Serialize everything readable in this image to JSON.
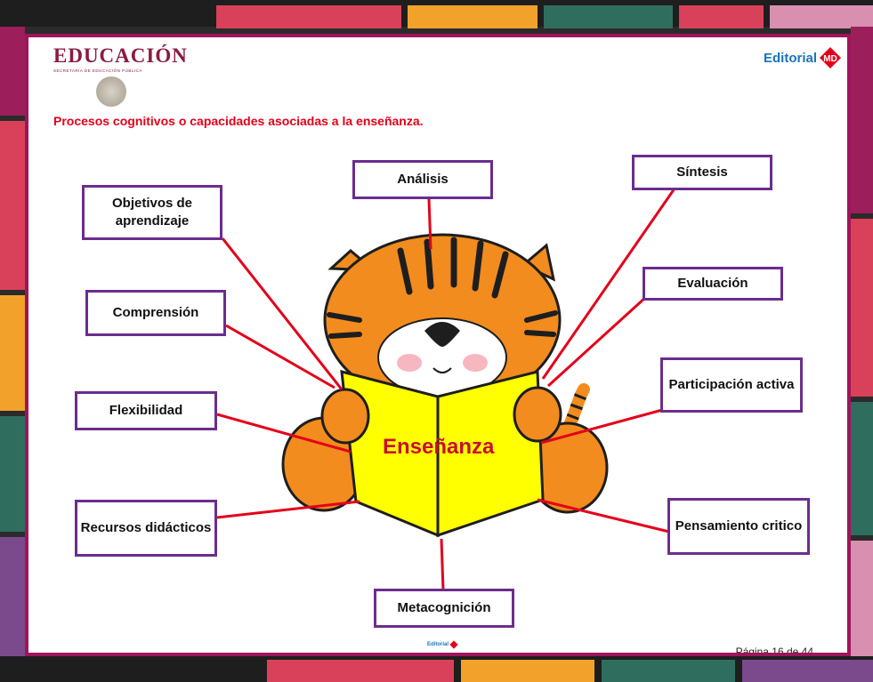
{
  "header": {
    "sep_title": "EDUCACIÓN",
    "sep_subtitle": "SECRETARÍA DE EDUCACIÓN PÚBLICA",
    "editorial_label": "Editorial",
    "editorial_mark": "MD"
  },
  "heading": "Procesos cognitivos o capacidades asociadas a la enseñanza.",
  "center_label": "Enseñanza",
  "concepts": {
    "objetivos": "Objetivos de aprendizaje",
    "analisis": "Análisis",
    "sintesis": "Síntesis",
    "comprension": "Comprensión",
    "evaluacion": "Evaluación",
    "flexibilidad": "Flexibilidad",
    "participacion": "Participación activa",
    "recursos": "Recursos didácticos",
    "pensamiento": "Pensamiento critico",
    "metacognicion": "Metacognición"
  },
  "footer": {
    "editorial_label": "Editorial",
    "page_number": "Página 16 de 44"
  },
  "colors": {
    "frame": "#a0145a",
    "box_border": "#6b2d8e",
    "heading": "#e3001b",
    "connector": "#e3001b",
    "book": "#ffff00",
    "tiger": "#f28c1e"
  },
  "illustration": "tiger-reading-book"
}
